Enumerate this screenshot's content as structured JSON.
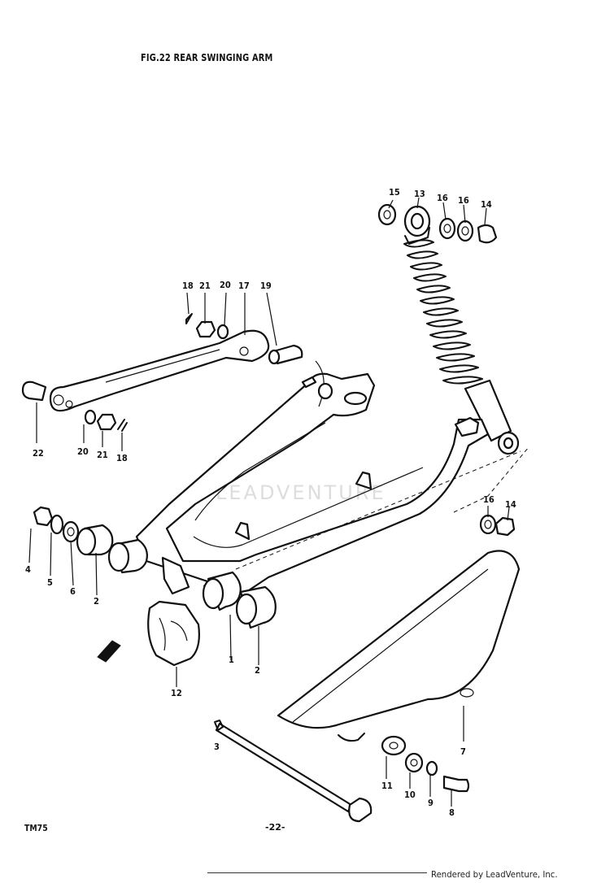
{
  "header": {
    "title": "FIG.22  REAR SWINGING ARM"
  },
  "callouts": {
    "c1": "1",
    "c2a": "2",
    "c2b": "2",
    "c3": "3",
    "c4": "4",
    "c5": "5",
    "c6": "6",
    "c7": "7",
    "c8": "8",
    "c9": "9",
    "c10": "10",
    "c11": "11",
    "c12": "12",
    "c13": "13",
    "c14a": "14",
    "c14b": "14",
    "c15": "15",
    "c16a": "16",
    "c16b": "16",
    "c16c": "16",
    "c17": "17",
    "c18a": "18",
    "c18b": "18",
    "c19": "19",
    "c20a": "20",
    "c20b": "20",
    "c21a": "21",
    "c21b": "21",
    "c22": "22"
  },
  "footer": {
    "model_code": "TM75",
    "page_number": "-22-",
    "rendered_by": "Rendered by LeadVenture, Inc.",
    "watermark": "LEADVENTURE"
  }
}
